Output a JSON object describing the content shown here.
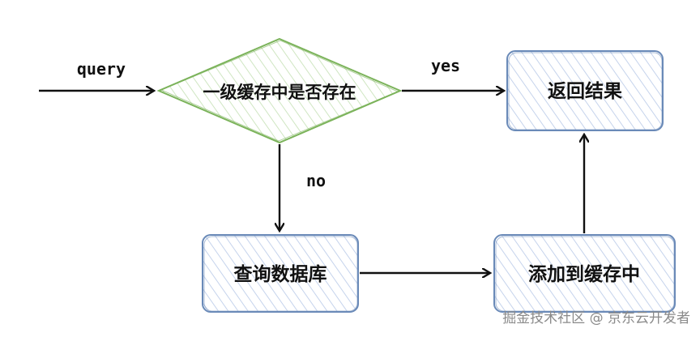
{
  "nodes": {
    "decision": "一级缓存中是否存在",
    "return_result": "返回结果",
    "query_db": "查询数据库",
    "add_cache": "添加到缓存中"
  },
  "edges": {
    "query": "query",
    "yes": "yes",
    "no": "no"
  },
  "watermark": "掘金技术社区 @ 京东云开发者",
  "colors": {
    "decision_stroke": "#7bb35a",
    "box_stroke": "#6a8ab8",
    "box_hatch": "#b9c8e6",
    "decision_hatch": "#b8d8a8",
    "arrow": "#111111"
  }
}
